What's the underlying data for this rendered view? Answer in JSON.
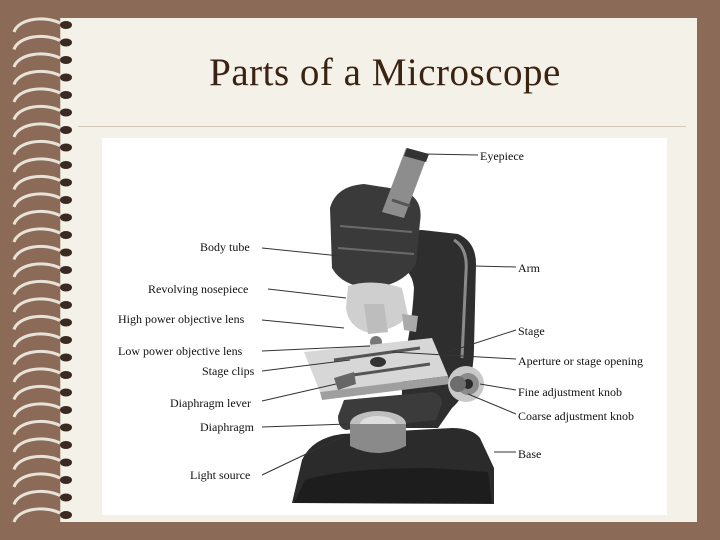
{
  "slide": {
    "title": "Parts of a Microscope"
  },
  "diagram": {
    "labels": {
      "eyepiece": "Eyepiece",
      "body_tube": "Body tube",
      "revolving_nosepiece": "Revolving nosepiece",
      "high_power_objective_lens": "High power objective lens",
      "low_power_objective_lens": "Low power objective lens",
      "stage_clips": "Stage clips",
      "diaphragm_lever": "Diaphragm lever",
      "diaphragm": "Diaphragm",
      "light_source": "Light source",
      "arm": "Arm",
      "stage": "Stage",
      "aperture": "Aperture or stage opening",
      "fine_adjustment_knob": "Fine adjustment knob",
      "coarse_adjustment_knob": "Coarse adjustment knob",
      "base": "Base"
    }
  }
}
